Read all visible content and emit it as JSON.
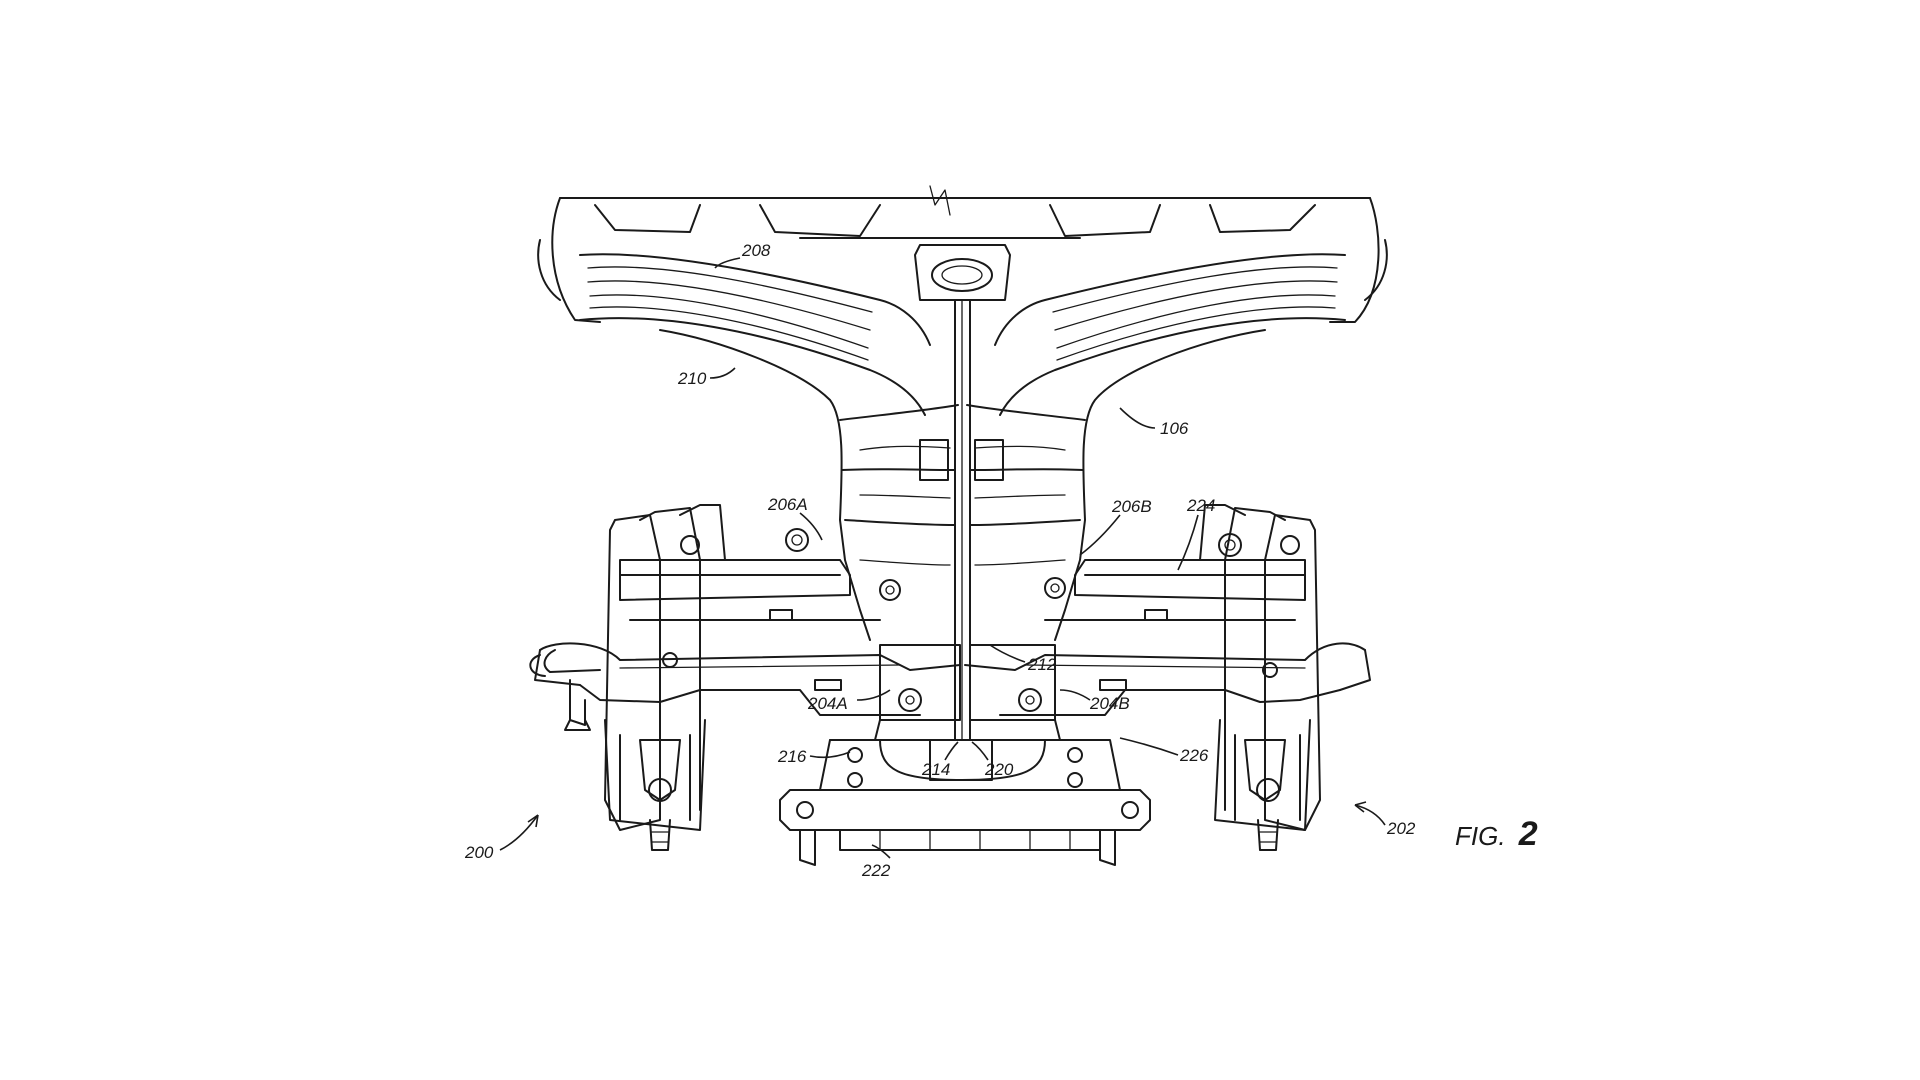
{
  "figure": {
    "label": "FIG.",
    "number": "2"
  },
  "reference_numerals": {
    "n208": "208",
    "n210": "210",
    "n106": "106",
    "n206A": "206A",
    "n206B": "206B",
    "n224": "224",
    "n212": "212",
    "n204A": "204A",
    "n204B": "204B",
    "n216": "216",
    "n214": "214",
    "n220": "220",
    "n226": "226",
    "n222": "222",
    "n200": "200",
    "n202": "202"
  },
  "colors": {
    "line": "#1a1a1a",
    "background": "#ffffff"
  }
}
